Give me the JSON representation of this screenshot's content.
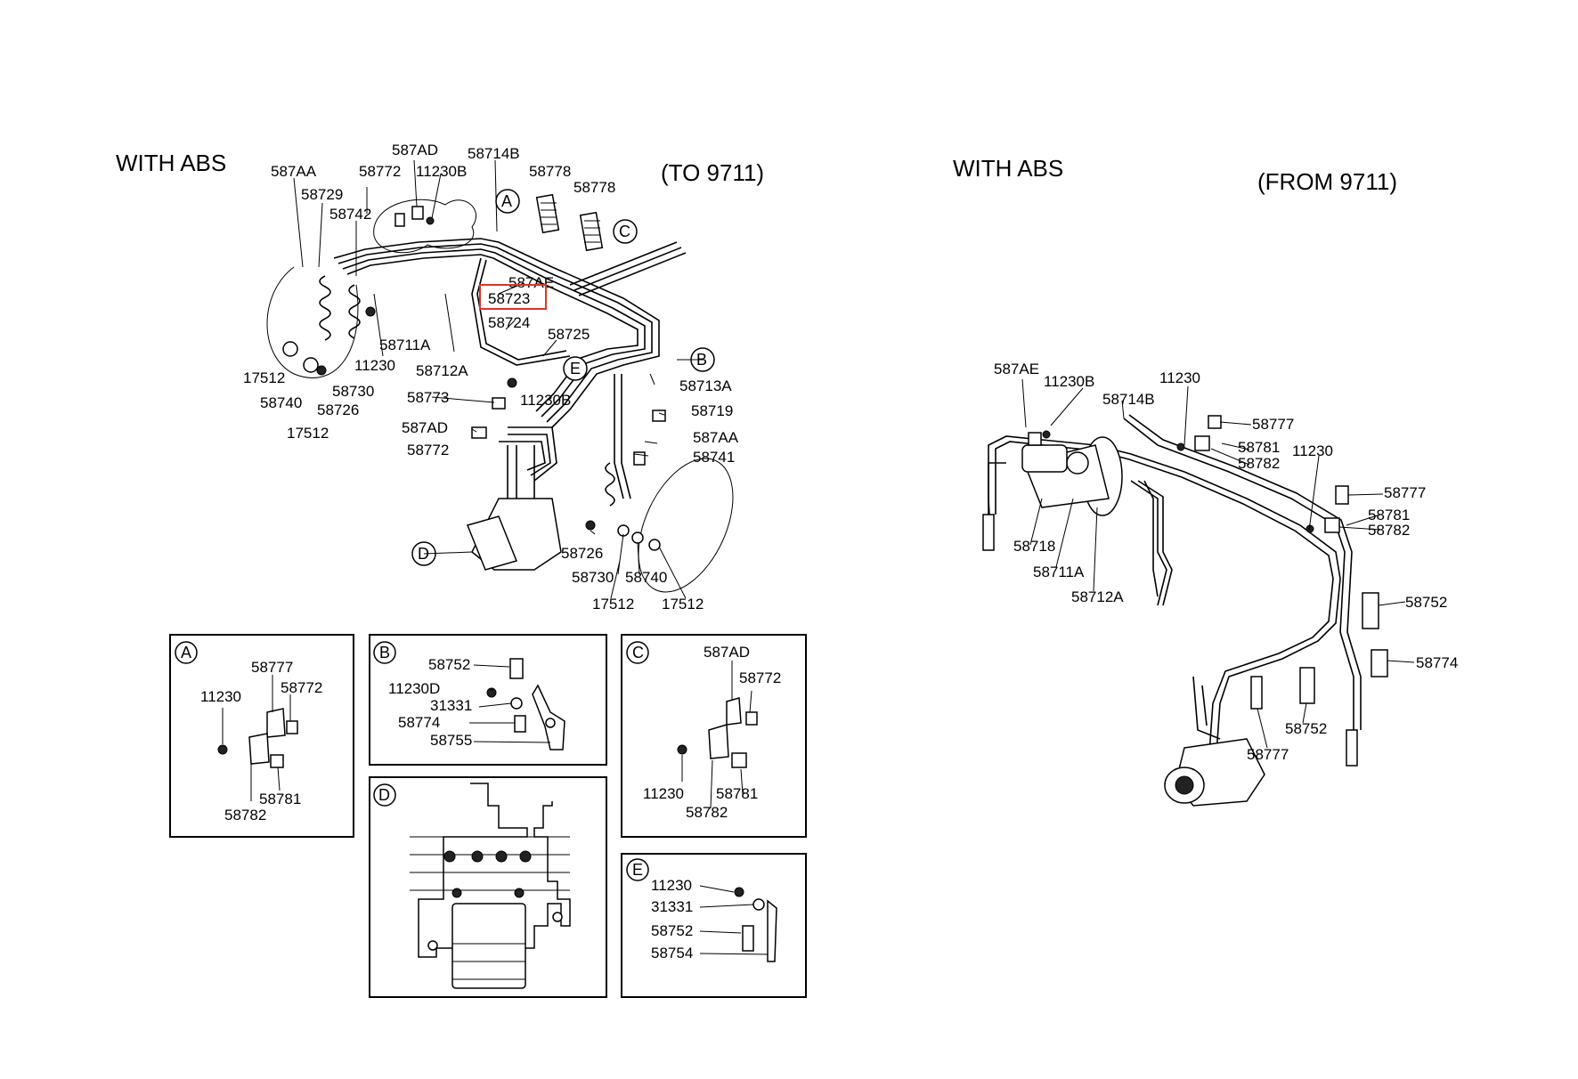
{
  "headers": {
    "left_title": "WITH ABS",
    "left_note": "(TO 9711)",
    "right_title": "WITH ABS",
    "right_note": "(FROM 9711)"
  },
  "callouts": {
    "A": "A",
    "B": "B",
    "C": "C",
    "D": "D",
    "E": "E"
  },
  "highlighted_part": "58723",
  "left_labels": {
    "l587AA": "587AA",
    "l58772": "58772",
    "l587AD": "587AD",
    "l11230B": "11230B",
    "l58714B": "58714B",
    "l58778a": "58778",
    "l58778b": "58778",
    "l58729": "58729",
    "l58742": "58742",
    "l587AE": "587AE",
    "l58724": "58724",
    "l58725": "58725",
    "l58711A": "58711A",
    "l11230": "11230",
    "l58712A": "58712A",
    "l17512a": "17512",
    "l58730": "58730",
    "l58740": "58740",
    "l58726": "58726",
    "l17512b": "17512",
    "l58773": "58773",
    "l11230B2": "11230B",
    "l58713A": "58713A",
    "l58719": "58719",
    "l587AD2": "587AD",
    "l587AA2": "587AA",
    "l58772b": "58772",
    "l58741": "58741",
    "l58726b": "58726",
    "l58730b": "58730",
    "l58740b": "58740",
    "l17512c": "17512",
    "l17512d": "17512"
  },
  "right_labels": {
    "r587AE": "587AE",
    "r11230B": "11230B",
    "r11230": "11230",
    "r58714B": "58714B",
    "r58777a": "58777",
    "r58781a": "58781",
    "r58782a": "58782",
    "r11230b": "11230",
    "r58777b": "58777",
    "r58781b": "58781",
    "r58782b": "58782",
    "r58718": "58718",
    "r58711A": "58711A",
    "r58712A": "58712A",
    "r58752a": "58752",
    "r58774": "58774",
    "r58752b": "58752",
    "r58777c": "58777"
  },
  "box_a": {
    "l58777": "58777",
    "l11230": "11230",
    "l58772": "58772",
    "l58781": "58781",
    "l58782": "58782"
  },
  "box_b": {
    "l58752": "58752",
    "l11230D": "11230D",
    "l31331": "31331",
    "l58774": "58774",
    "l58755": "58755"
  },
  "box_c": {
    "l587AD": "587AD",
    "l58772": "58772",
    "l11230": "11230",
    "l58781": "58781",
    "l58782": "58782"
  },
  "box_e": {
    "l11230": "11230",
    "l31331": "31331",
    "l58752": "58752",
    "l58754": "58754"
  },
  "colors": {
    "highlight": "#d9362b",
    "line": "#000000",
    "background": "#ffffff"
  }
}
